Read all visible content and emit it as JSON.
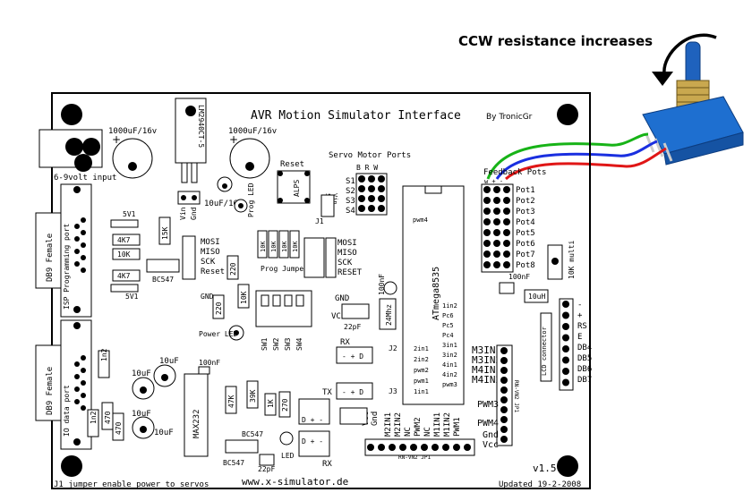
{
  "header_note": "CCW resistance increases",
  "board": {
    "title": "AVR Motion Simulator Interface",
    "author": "By TronicGr",
    "website": "www.x-simulator.de",
    "updated": "Updated 19-2-2008",
    "version": "v1.5",
    "footer_note": "J1 jumper enable power to servos"
  },
  "components": {
    "cap_power1": "1000uF/16v",
    "cap_power2": "1000uF/16v",
    "regulator": "LM2940CT-5",
    "power_input": "6-9volt input",
    "vin": "Vin",
    "gnd": "Gnd",
    "cap_small": "10uF/16v",
    "prog_led": "Prog LED",
    "reset": "Reset",
    "alps": "ALPS",
    "servo_ports": "Servo Motor Ports",
    "servo_brw": "B R W",
    "servo_s1": "S1",
    "servo_s2": "S2",
    "servo_s3": "S3",
    "servo_s4": "S4",
    "j1_vin": "Vin",
    "j1_5v": "5V",
    "j1": "J1",
    "feedback_pots": "Feedback Pots",
    "pot_header": "w + -",
    "pots": [
      "Pot1",
      "Pot2",
      "Pot3",
      "Pot4",
      "Pot5",
      "Pot6",
      "Pot7",
      "Pot8"
    ],
    "mcu": "ATmega8535",
    "pwm4": "pwm4",
    "multi": "10K multi",
    "c100nf_pots": "100nF",
    "inductor": "10uH",
    "c100nf_mcu": "100nF",
    "crystal": "24Mhz",
    "c22pf": "22pF",
    "gnd2": "GND",
    "vcc2": "VCC",
    "rx": "RX",
    "j2": "J2",
    "j3": "J3",
    "pin_d": "- + D",
    "db9_top": "DB9 Female",
    "isp_port": "ISP Programming port",
    "v5_1": "5V1",
    "v5_2": "5V1",
    "r4k7_1": "4K7",
    "r10k": "10K",
    "r4k7_2": "4K7",
    "r15k": "15K",
    "bc547": "BC547",
    "isp_signals": [
      "MOSI",
      "MISO",
      "SCK",
      "Reset"
    ],
    "r220_1": "220",
    "gnd3": "GND",
    "r220_2": "220",
    "r10k_led": "10K",
    "power_led": "Power LED",
    "prog_jumpers": "Prog Jumpers",
    "res_10k": [
      "10K",
      "10K",
      "10K",
      "10K"
    ],
    "prog_signals": [
      "MOSI",
      "MISO",
      "SCK",
      "RESET"
    ],
    "sw_labels": [
      "SW1",
      "SW2",
      "SW3",
      "SW4"
    ],
    "lcd_pins": [
      "-",
      "+",
      "RS",
      "E",
      "DB4",
      "DB5",
      "DB6",
      "DB7"
    ],
    "lcd_connector": "LCD connector",
    "mcu_left_pins": [
      "2in1",
      "2in2",
      "pwm2",
      "pwm1",
      "1in1"
    ],
    "mcu_right_pins": [
      "1in2",
      "Pc6",
      "Pc5",
      "Pc4",
      "3in1",
      "3in2",
      "4in1",
      "4in2",
      "pwm3"
    ],
    "motor_labels": [
      "M3IN1",
      "M3IN2",
      "M4IN1",
      "M4IN2"
    ],
    "pwm3": "PWM3",
    "pwm4_label": "PWM4",
    "gnd_vcc": [
      "Gnd",
      "Vcc"
    ],
    "rn_vn2_jp1": "RN-VN2 JP1",
    "bottom_pins": [
      "M2IN1",
      "M2IN2",
      "NC",
      "PWM2",
      "NC",
      "M1IN1",
      "M1IN2",
      "PWM1"
    ],
    "gnd_vcc_small": [
      "Gnd",
      "Vcc"
    ],
    "db9_bottom": "DB9 Female",
    "io_port": "IO data port",
    "c10uf": [
      "10uF",
      "10uF",
      "10uF",
      "10uF"
    ],
    "c100nf_io": "100nF",
    "max232": "MAX232",
    "r1n2_1": "1n2",
    "r1n2_2": "1n2",
    "r470_1": "470",
    "r470_2": "470",
    "r47k": "47K",
    "r39k": "39K",
    "r1k": "1K",
    "r270": "270",
    "bc547_2": "BC547",
    "bc547_3": "BC547",
    "c22pf_2": "22pF",
    "led": "LED",
    "tx": "TX",
    "rx2": "RX",
    "tx2": "TX",
    "tx_pins": "D + -",
    "rx_pins": "D + -"
  },
  "wires": {
    "green": "#17b317",
    "blue": "#1a2fe0",
    "red": "#e01616"
  }
}
